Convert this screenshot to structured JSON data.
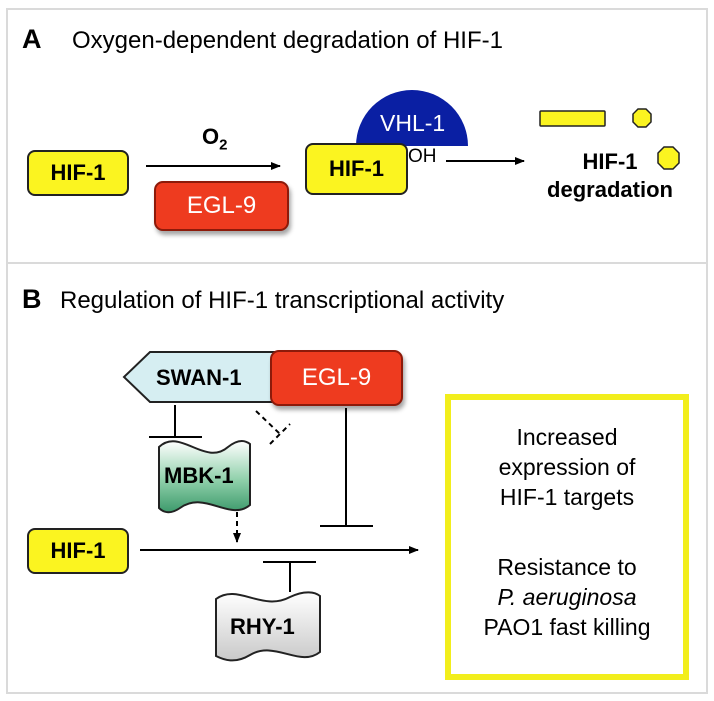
{
  "panel_a": {
    "letter": "A",
    "title": "Oxygen-dependent degradation of HIF-1",
    "hif_left": "HIF-1",
    "o2_main": "O",
    "o2_sub": "2",
    "egl9": "EGL-9",
    "hif_mid": "HIF-1",
    "vhl": "VHL-1",
    "oh": "OH",
    "degradation_line1": "HIF-1",
    "degradation_line2": "degradation"
  },
  "panel_b": {
    "letter": "B",
    "title": "Regulation of HIF-1 transcriptional activity",
    "swan1": "SWAN-1",
    "egl9": "EGL-9",
    "mbk1": "MBK-1",
    "hif": "HIF-1",
    "rhy1": "RHY-1",
    "result_line1": "Increased",
    "result_line2": "expression of",
    "result_line3": "HIF-1 targets",
    "result_line4": "Resistance to",
    "result_line5": "P. aeruginosa",
    "result_line6": "PAO1 fast killing"
  },
  "colors": {
    "hif_yellow": "#fbf420",
    "egl9_red": "#ee3b1f",
    "vhl_blue": "#0a1fa3",
    "mbk_green": "#6fbf92",
    "swan_blue": "#d6eef2",
    "rhy_gray": "#d8d8d8",
    "result_border": "#f2ee1c"
  }
}
